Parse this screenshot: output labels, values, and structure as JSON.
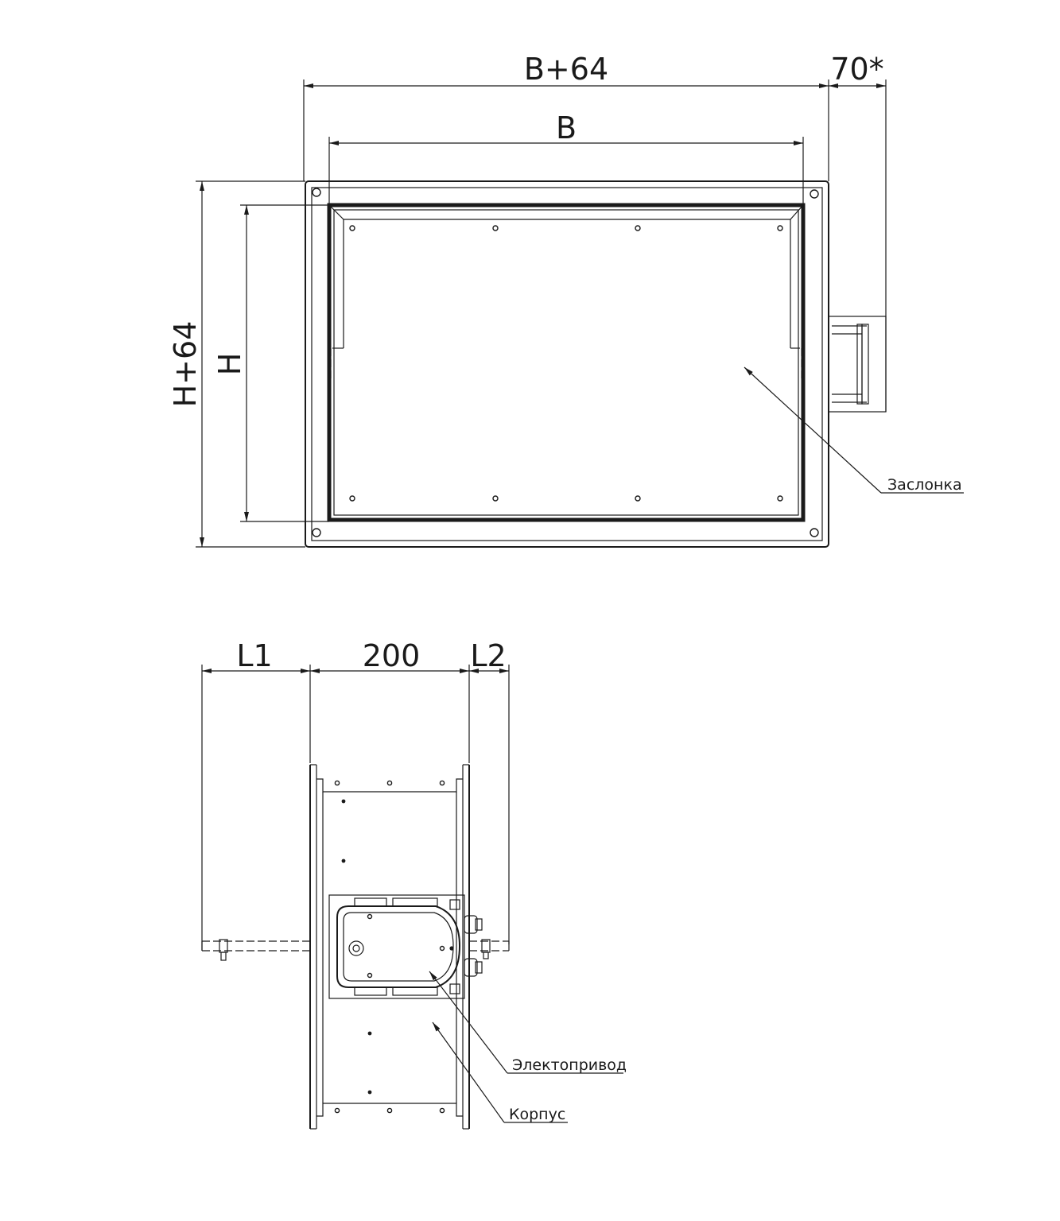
{
  "top_view": {
    "dim_total_width": "B+64",
    "dim_width": "B",
    "dim_actuator_offset": "70*",
    "dim_total_height": "H+64",
    "dim_height": "H",
    "callout_damper": "Заслонка"
  },
  "side_view": {
    "dim_l1": "L1",
    "dim_body_length": "200",
    "dim_l2": "L2",
    "callout_actuator": "Электопривод",
    "callout_housing": "Корпус"
  }
}
